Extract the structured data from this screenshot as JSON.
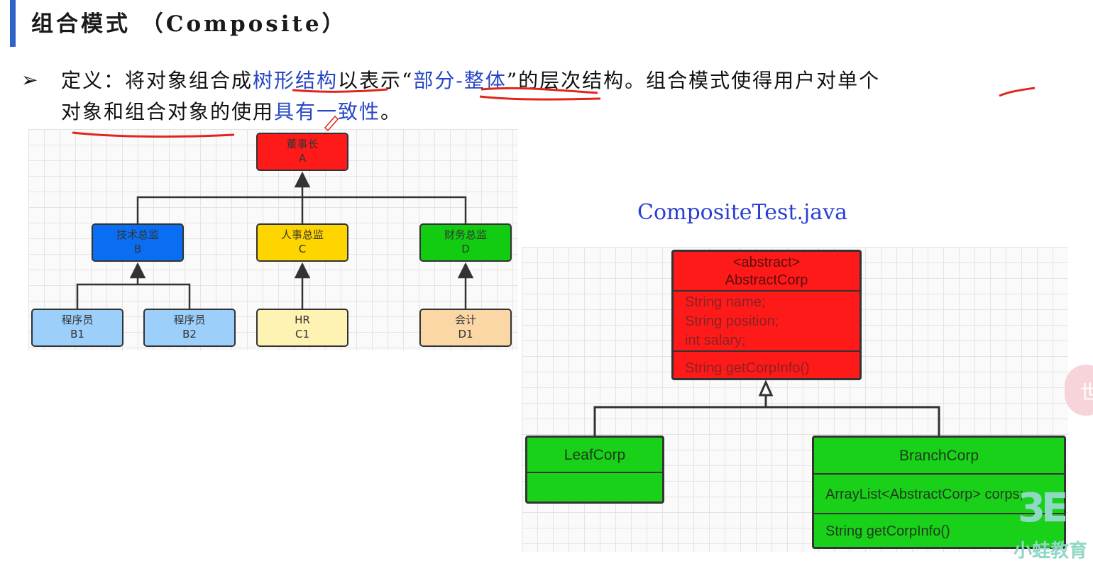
{
  "slide": {
    "title": "组合模式 （Composite）",
    "definition": {
      "line1": {
        "p1": "定义：将对象组合成",
        "h1": "树形结构",
        "p2": "以表示“",
        "h2": "部分-整体",
        "p3": "”的层次结构。组合模式使得用户对单个"
      },
      "line2": {
        "p1": "对象和组合对象的使用",
        "h1": "具有一致性",
        "p2": "。"
      }
    }
  },
  "org_chart": {
    "root": {
      "title": "董事长",
      "code": "A",
      "color": "#ff1a1a"
    },
    "managers": [
      {
        "title": "技术总监",
        "code": "B",
        "color": "#0a6ef2"
      },
      {
        "title": "人事总监",
        "code": "C",
        "color": "#ffd500"
      },
      {
        "title": "财务总监",
        "code": "D",
        "color": "#11cc11"
      }
    ],
    "staff": [
      {
        "title": "程序员",
        "code": "B1",
        "color": "#9ccffa"
      },
      {
        "title": "程序员",
        "code": "B2",
        "color": "#9ccffa"
      },
      {
        "title": "HR",
        "code": "C1",
        "color": "#fff3b3"
      },
      {
        "title": "会计",
        "code": "D1",
        "color": "#fcd7a6"
      }
    ]
  },
  "uml": {
    "file_title": "CompositeTest.java",
    "abstract_class": {
      "stereotype": "<abstract>",
      "name": "AbstractCorp",
      "fields": [
        "String name;",
        "String position;",
        "int salary;"
      ],
      "methods": [
        "String getCorpInfo()"
      ],
      "color": "#ff1a1a"
    },
    "leaf_class": {
      "name": "LeafCorp",
      "color": "#1ad11a"
    },
    "branch_class": {
      "name": "BranchCorp",
      "fields": [
        "ArrayList<AbstractCorp> corps;"
      ],
      "methods": [
        "String getCorpInfo()"
      ],
      "color": "#1ad11a"
    }
  },
  "overlay": {
    "side_tab_glyph": "世",
    "logo_icon": "3E",
    "logo_text": "小蛙教育"
  }
}
